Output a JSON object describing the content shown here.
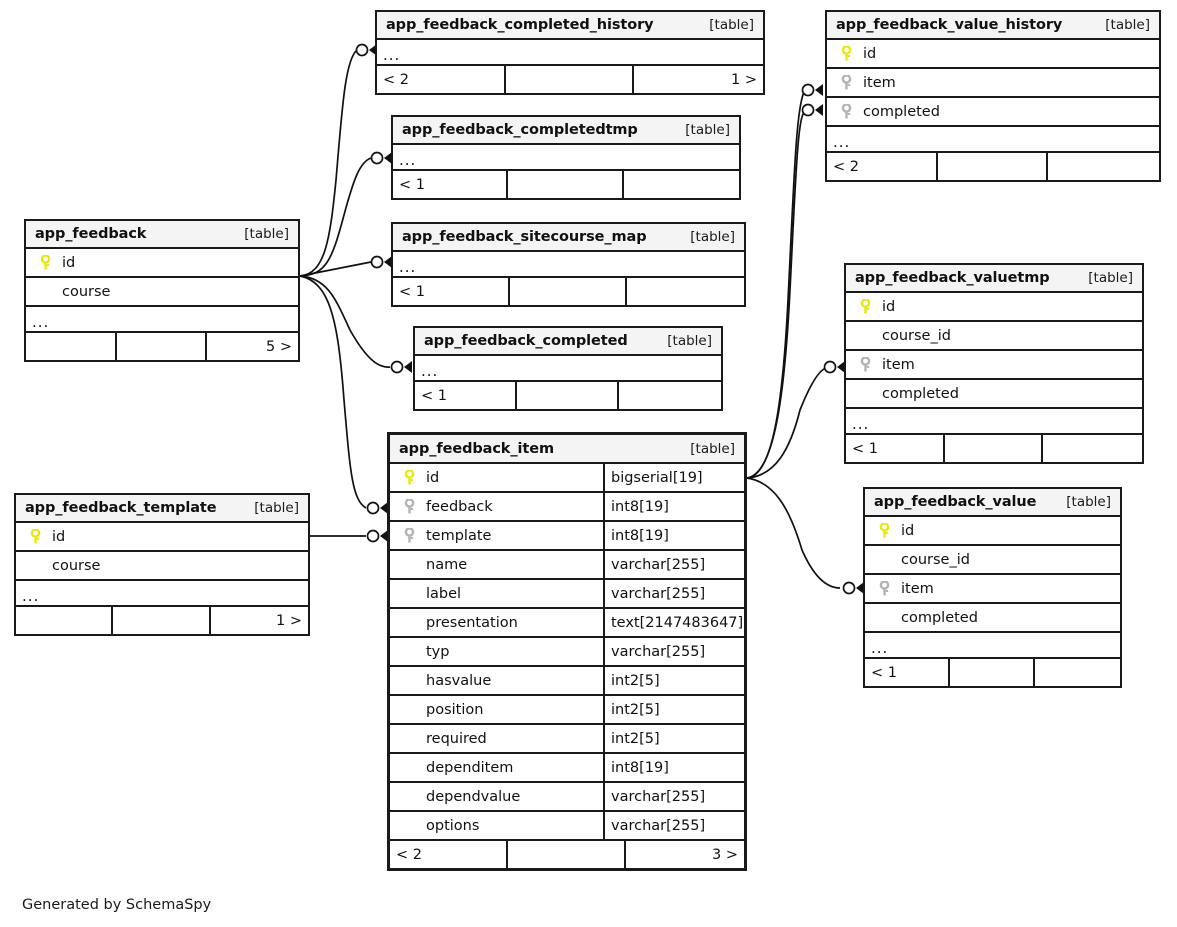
{
  "generator": {
    "note": "Generated by SchemaSpy"
  },
  "legend": {
    "table_tag": "[table]",
    "ellipsis": "..."
  },
  "colors": {
    "primary_key": "#e8e80a",
    "foreign_key": "#b3b3b3",
    "border": "#1a1a1a",
    "header_bg": "#f4f4f4",
    "background": "#ffffff"
  },
  "tables": [
    {
      "id": "app_feedback_completed_history",
      "name": "app_feedback_completed_history",
      "tag": "[table]",
      "columns": [],
      "has_ellipsis": true,
      "footer": [
        "< 2",
        "",
        "1 >"
      ]
    },
    {
      "id": "app_feedback_value_history",
      "name": "app_feedback_value_history",
      "tag": "[table]",
      "columns": [
        {
          "key": "primary",
          "name": "id",
          "type": ""
        },
        {
          "key": "foreign",
          "name": "item",
          "type": ""
        },
        {
          "key": "foreign",
          "name": "completed",
          "type": ""
        }
      ],
      "has_ellipsis": true,
      "footer": [
        "< 2",
        "",
        ""
      ]
    },
    {
      "id": "app_feedback_completedtmp",
      "name": "app_feedback_completedtmp",
      "tag": "[table]",
      "columns": [],
      "has_ellipsis": true,
      "footer": [
        "< 1",
        "",
        ""
      ]
    },
    {
      "id": "app_feedback_sitecourse_map",
      "name": "app_feedback_sitecourse_map",
      "tag": "[table]",
      "columns": [],
      "has_ellipsis": true,
      "footer": [
        "< 1",
        "",
        ""
      ]
    },
    {
      "id": "app_feedback",
      "name": "app_feedback",
      "tag": "[table]",
      "columns": [
        {
          "key": "primary",
          "name": "id",
          "type": ""
        },
        {
          "key": "none",
          "name": "course",
          "type": ""
        }
      ],
      "has_ellipsis": true,
      "footer": [
        "",
        "",
        "5 >"
      ]
    },
    {
      "id": "app_feedback_valuetmp",
      "name": "app_feedback_valuetmp",
      "tag": "[table]",
      "columns": [
        {
          "key": "primary",
          "name": "id",
          "type": ""
        },
        {
          "key": "none",
          "name": "course_id",
          "type": ""
        },
        {
          "key": "foreign",
          "name": "item",
          "type": ""
        },
        {
          "key": "none",
          "name": "completed",
          "type": ""
        }
      ],
      "has_ellipsis": true,
      "footer": [
        "< 1",
        "",
        ""
      ]
    },
    {
      "id": "app_feedback_completed",
      "name": "app_feedback_completed",
      "tag": "[table]",
      "columns": [],
      "has_ellipsis": true,
      "footer": [
        "< 1",
        "",
        ""
      ]
    },
    {
      "id": "app_feedback_value",
      "name": "app_feedback_value",
      "tag": "[table]",
      "columns": [
        {
          "key": "primary",
          "name": "id",
          "type": ""
        },
        {
          "key": "none",
          "name": "course_id",
          "type": ""
        },
        {
          "key": "foreign",
          "name": "item",
          "type": ""
        },
        {
          "key": "none",
          "name": "completed",
          "type": ""
        }
      ],
      "has_ellipsis": true,
      "footer": [
        "< 1",
        "",
        ""
      ]
    },
    {
      "id": "app_feedback_template",
      "name": "app_feedback_template",
      "tag": "[table]",
      "columns": [
        {
          "key": "primary",
          "name": "id",
          "type": ""
        },
        {
          "key": "none",
          "name": "course",
          "type": ""
        }
      ],
      "has_ellipsis": true,
      "footer": [
        "",
        "",
        "1 >"
      ]
    },
    {
      "id": "app_feedback_item",
      "name": "app_feedback_item",
      "tag": "[table]",
      "focus": true,
      "columns": [
        {
          "key": "primary",
          "name": "id",
          "type": "bigserial[19]"
        },
        {
          "key": "foreign",
          "name": "feedback",
          "type": "int8[19]"
        },
        {
          "key": "foreign",
          "name": "template",
          "type": "int8[19]"
        },
        {
          "key": "none",
          "name": "name",
          "type": "varchar[255]"
        },
        {
          "key": "none",
          "name": "label",
          "type": "varchar[255]"
        },
        {
          "key": "none",
          "name": "presentation",
          "type": "text[2147483647]"
        },
        {
          "key": "none",
          "name": "typ",
          "type": "varchar[255]"
        },
        {
          "key": "none",
          "name": "hasvalue",
          "type": "int2[5]"
        },
        {
          "key": "none",
          "name": "position",
          "type": "int2[5]"
        },
        {
          "key": "none",
          "name": "required",
          "type": "int2[5]"
        },
        {
          "key": "none",
          "name": "dependitem",
          "type": "int8[19]"
        },
        {
          "key": "none",
          "name": "dependvalue",
          "type": "varchar[255]"
        },
        {
          "key": "none",
          "name": "options",
          "type": "varchar[255]"
        }
      ],
      "has_ellipsis": false,
      "footer": [
        "< 2",
        "",
        "3 >"
      ]
    }
  ],
  "relationships": [
    {
      "from": "app_feedback",
      "to": "app_feedback_completed_history"
    },
    {
      "from": "app_feedback",
      "to": "app_feedback_completedtmp"
    },
    {
      "from": "app_feedback",
      "to": "app_feedback_sitecourse_map"
    },
    {
      "from": "app_feedback",
      "to": "app_feedback_completed"
    },
    {
      "from": "app_feedback",
      "to": "app_feedback_item"
    },
    {
      "from": "app_feedback_template",
      "to": "app_feedback_item"
    },
    {
      "from": "app_feedback_item",
      "to": "app_feedback_value_history"
    },
    {
      "from": "app_feedback_item",
      "to": "app_feedback_value_history"
    },
    {
      "from": "app_feedback_item",
      "to": "app_feedback_valuetmp"
    },
    {
      "from": "app_feedback_item",
      "to": "app_feedback_value"
    }
  ]
}
